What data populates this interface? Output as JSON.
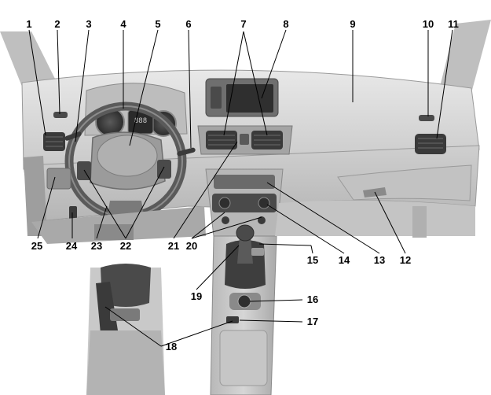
{
  "callouts": [
    {
      "n": "1"
    },
    {
      "n": "2"
    },
    {
      "n": "3"
    },
    {
      "n": "4"
    },
    {
      "n": "5"
    },
    {
      "n": "6"
    },
    {
      "n": "7"
    },
    {
      "n": "8"
    },
    {
      "n": "9"
    },
    {
      "n": "10"
    },
    {
      "n": "11"
    },
    {
      "n": "12"
    },
    {
      "n": "13"
    },
    {
      "n": "14"
    },
    {
      "n": "15"
    },
    {
      "n": "16"
    },
    {
      "n": "17"
    },
    {
      "n": "18"
    },
    {
      "n": "19"
    },
    {
      "n": "20"
    },
    {
      "n": "21"
    },
    {
      "n": "22"
    },
    {
      "n": "23"
    },
    {
      "n": "24"
    },
    {
      "n": "25"
    }
  ],
  "cluster_display": "888",
  "colors": {
    "interior_light": "#d9d9d9",
    "interior_mid": "#a6a6a6",
    "interior_dark": "#3a3a3a",
    "leader": "#000000"
  }
}
